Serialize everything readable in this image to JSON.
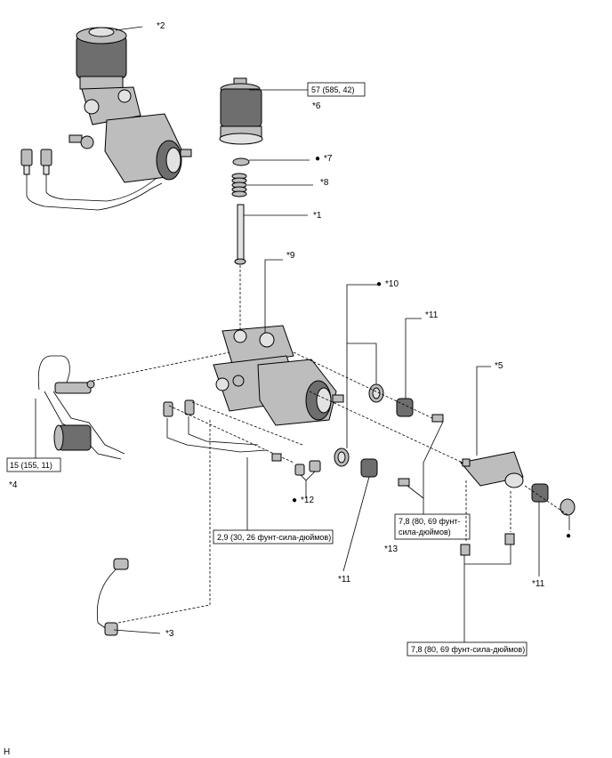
{
  "callouts": {
    "c1": "*1",
    "c2": "*2",
    "c3": "*3",
    "c4": "*4",
    "c5": "*5",
    "c6": "*6",
    "c7": "*7",
    "c8": "*8",
    "c9": "*9",
    "c10": "*10",
    "c11a": "*11",
    "c11b": "*11",
    "c11c": "*11",
    "c12": "*12",
    "c13": "*13"
  },
  "bullet": "●",
  "torque": {
    "t_filter": "57 (585, 42)",
    "t_line": "15 (155, 11)",
    "t_center_bolt": "2,9 (30, 26 фунт-сила-дюймов)",
    "t_bracket_line1": "7,8 (80, 69 фунт-",
    "t_bracket_line2": "сила-дюймов)",
    "t_bottom": "7,8 (80, 69 фунт-сила-дюймов)"
  },
  "corner_mark": "H"
}
